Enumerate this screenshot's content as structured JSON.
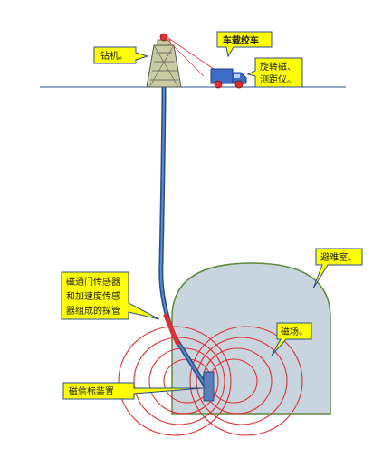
{
  "labels": {
    "drill_rig": "钻机。",
    "winch_truck": "车载绞车",
    "gyro_line1": "旋转磁、",
    "gyro_line2": "测距仪。",
    "shelter": "避难室。",
    "magnetic_field": "磁场。",
    "probe_line1": "磁通门传感器",
    "probe_line2": "和加速度传感",
    "probe_line3": "器组成的探管",
    "beacon": "磁信标装置"
  },
  "colors": {
    "callout_fill": "#ffff00",
    "callout_stroke": "#2a4f8f",
    "drill_rig": "#c8cca0",
    "truck": "#3f6cc8",
    "wheel": "#e03030",
    "cable": "#e04040",
    "borehole": "#2c4f82",
    "shelter_fill": "#c9d5de",
    "shelter_stroke": "#5d8a3a",
    "field_lines": "#e03030",
    "beacon": "#5a7fb8",
    "ground": "#2a4f8f"
  },
  "icons": {
    "drill_rig": "derrick-icon",
    "truck": "truck-icon",
    "beacon": "beacon-icon"
  }
}
